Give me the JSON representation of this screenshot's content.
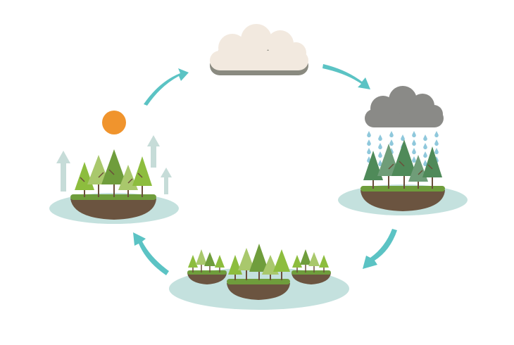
{
  "diagram": {
    "kind": "water-cycle-illustration",
    "stages": [
      {
        "id": "evaporation",
        "icons": [
          "sun-icon",
          "forest-island-icon",
          "rising-vapor-arrows-icon"
        ]
      },
      {
        "id": "condensation",
        "icons": [
          "cloud-icon"
        ]
      },
      {
        "id": "precipitation",
        "icons": [
          "rain-cloud-icon",
          "raindrops-icon",
          "forest-island-icon"
        ]
      },
      {
        "id": "collection",
        "icons": [
          "forest-islands-icon",
          "lake-icon"
        ]
      }
    ],
    "flow": [
      "evaporation",
      "condensation",
      "precipitation",
      "collection",
      "evaporation"
    ]
  },
  "colors": {
    "arrow": "#5bc3c4",
    "water": "#c4e1de",
    "soil": "#6b5440",
    "grass": "#6f9d3c",
    "tree_light": "#8dbd3e",
    "tree_pale": "#a9c86c",
    "tree_dark": "#4f8a59",
    "trunk": "#6b4f3a",
    "sun": "#f0942d",
    "cloud": "#f2e9df",
    "cloud_shadow": "#8a8a80",
    "rain_cloud": "#8a8a87",
    "raindrop": "#8fc8dc",
    "vapor": "#c6dcd8"
  }
}
